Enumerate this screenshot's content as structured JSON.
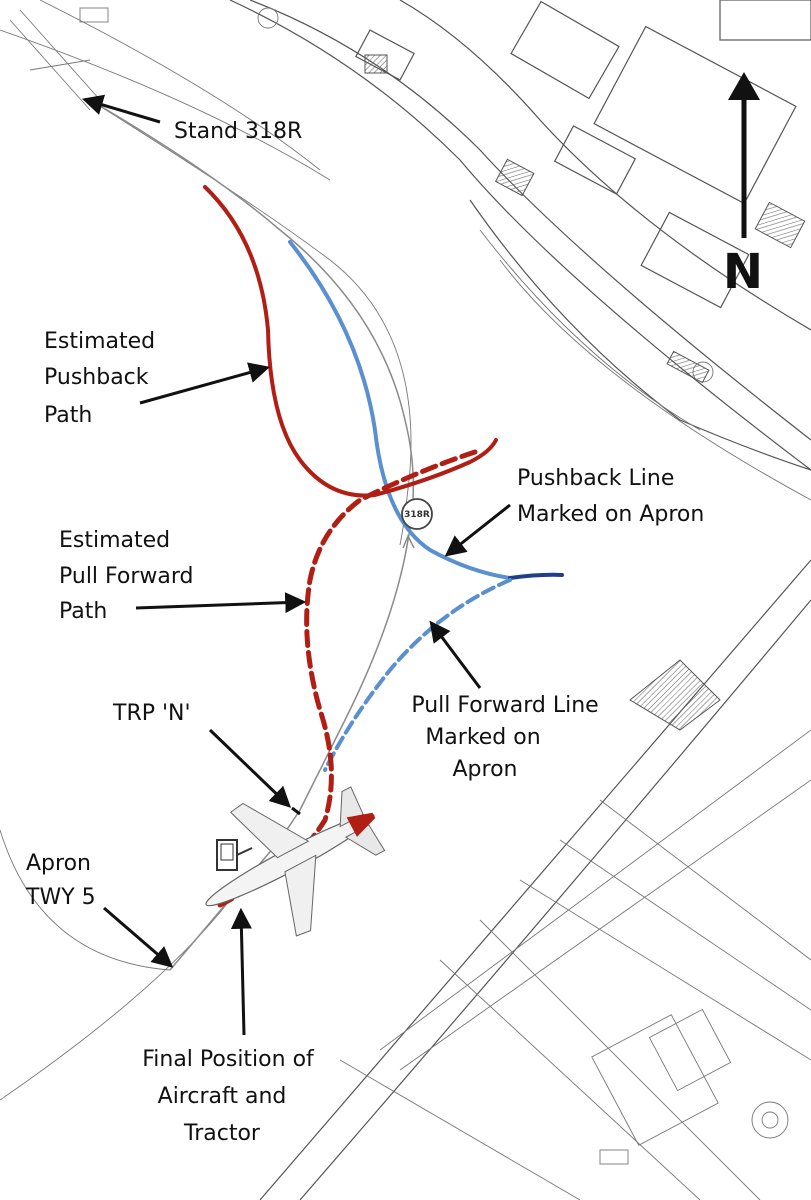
{
  "labels": {
    "stand": "Stand 318R",
    "north": "N",
    "est_pushback": [
      "Estimated",
      "Pushback",
      "Path"
    ],
    "pushback_line": [
      "Pushback Line",
      "Marked on Apron"
    ],
    "est_pull_forward": [
      "Estimated",
      "Pull Forward",
      "Path"
    ],
    "pull_forward_line": [
      "Pull Forward Line",
      "Marked on",
      "Apron"
    ],
    "trp": "TRP 'N'",
    "apron_twy": [
      "Apron",
      "TWY 5"
    ],
    "final_position": [
      "Final Position of",
      "Aircraft and",
      "Tractor"
    ],
    "stand_marker": "318R"
  },
  "colors": {
    "estimated_path": "#b01e14",
    "marked_line": "#5a8fd0",
    "marked_line_dark": "#1f3f8a",
    "background": "#ffffff"
  }
}
